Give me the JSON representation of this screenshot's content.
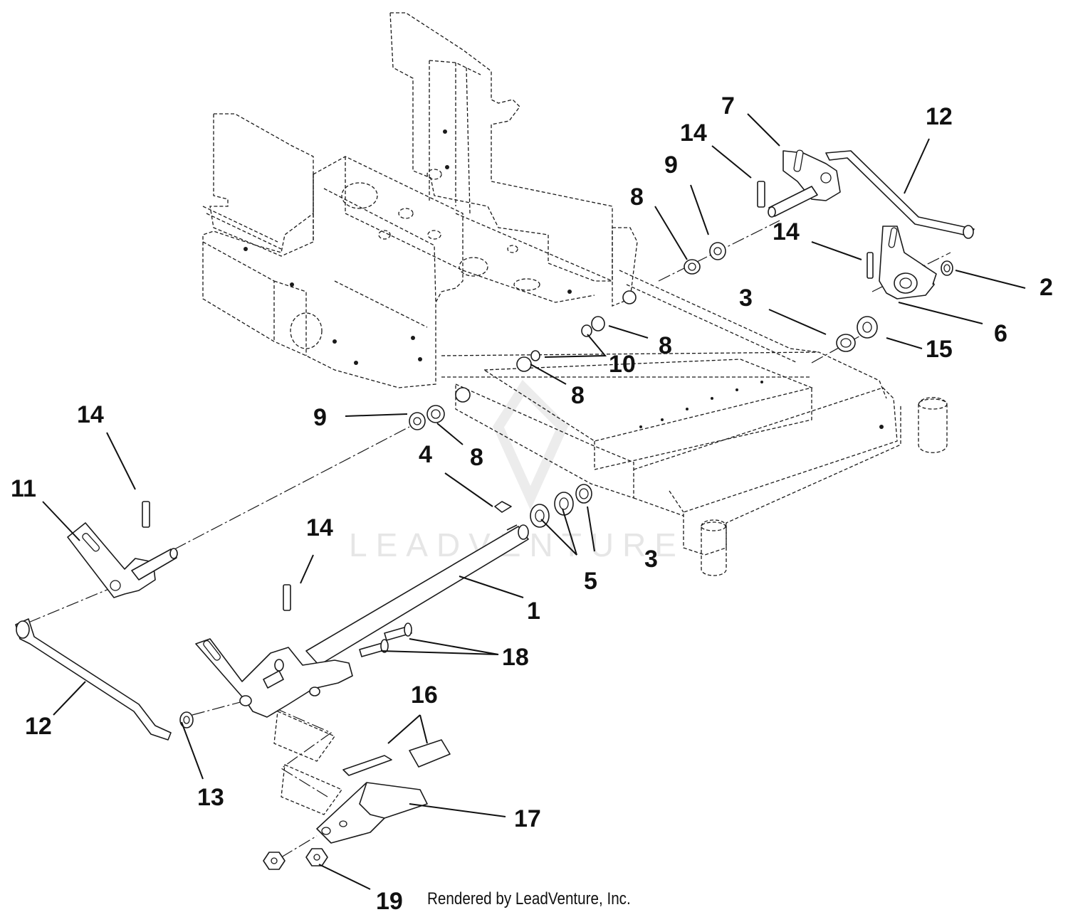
{
  "watermark": "LEADVENTURE",
  "credit": "Rendered by LeadVenture, Inc.",
  "callouts": [
    {
      "id": "c1",
      "text": "1"
    },
    {
      "id": "c2",
      "text": "2"
    },
    {
      "id": "c3a",
      "text": "3"
    },
    {
      "id": "c3b",
      "text": "3"
    },
    {
      "id": "c4",
      "text": "4"
    },
    {
      "id": "c5",
      "text": "5"
    },
    {
      "id": "c6",
      "text": "6"
    },
    {
      "id": "c7",
      "text": "7"
    },
    {
      "id": "c8a",
      "text": "8"
    },
    {
      "id": "c8b",
      "text": "8"
    },
    {
      "id": "c8c",
      "text": "8"
    },
    {
      "id": "c8d",
      "text": "8"
    },
    {
      "id": "c9a",
      "text": "9"
    },
    {
      "id": "c9b",
      "text": "9"
    },
    {
      "id": "c10",
      "text": "10"
    },
    {
      "id": "c11",
      "text": "11"
    },
    {
      "id": "c12a",
      "text": "12"
    },
    {
      "id": "c12b",
      "text": "12"
    },
    {
      "id": "c13",
      "text": "13"
    },
    {
      "id": "c14a",
      "text": "14"
    },
    {
      "id": "c14b",
      "text": "14"
    },
    {
      "id": "c14c",
      "text": "14"
    },
    {
      "id": "c14d",
      "text": "14"
    },
    {
      "id": "c15",
      "text": "15"
    },
    {
      "id": "c16",
      "text": "16"
    },
    {
      "id": "c17",
      "text": "17"
    },
    {
      "id": "c18",
      "text": "18"
    },
    {
      "id": "c19",
      "text": "19"
    }
  ]
}
